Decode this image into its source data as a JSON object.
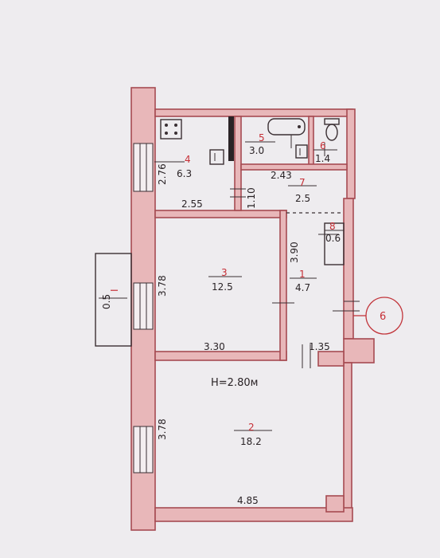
{
  "height_label": "H=2.80м",
  "marker": "6",
  "balcony": {
    "number": "I",
    "area": "0.5"
  },
  "rooms": [
    {
      "number": "1",
      "area": "4.7"
    },
    {
      "number": "2",
      "area": "18.2"
    },
    {
      "number": "3",
      "area": "12.5"
    },
    {
      "number": "4",
      "area": "6.3"
    },
    {
      "number": "5",
      "area": "3.0"
    },
    {
      "number": "6",
      "area": "1.4"
    },
    {
      "number": "7",
      "area": "2.5"
    },
    {
      "number": "8",
      "area": "0.6"
    }
  ],
  "dimensions": {
    "kitchen_height": "2.76",
    "kitchen_width": "2.55",
    "bath_width": "2.43",
    "corridor_small": "1.10",
    "hall_height": "3.90",
    "room3_height": "3.78",
    "room3_width": "3.30",
    "hall_width": "1.35",
    "room2_height": "3.78",
    "room2_width": "4.85"
  }
}
